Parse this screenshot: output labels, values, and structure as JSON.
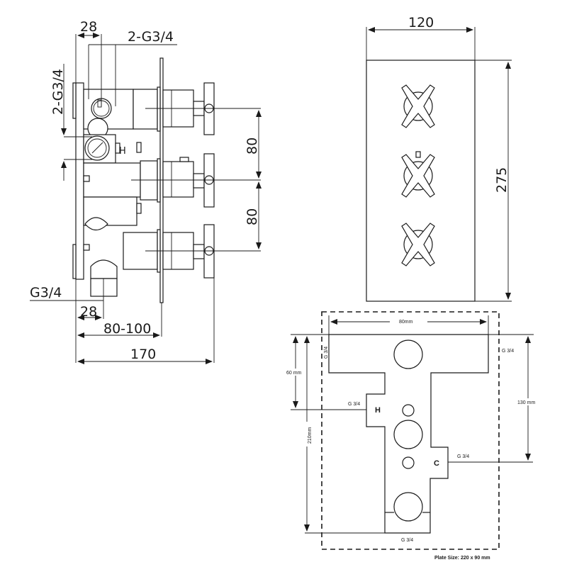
{
  "side_view": {
    "dim_top_width": "28",
    "dim_top_inlet": "2-G3/4",
    "dim_left_inlet": "2-G3/4",
    "dim_spacing_1": "80",
    "dim_spacing_2": "80",
    "dim_outlet": "G3/4",
    "dim_bottom_width": "28",
    "dim_depth_range": "80-100",
    "dim_total_depth": "170",
    "hot_mark": "H"
  },
  "front_view": {
    "dim_width": "120",
    "dim_height": "275"
  },
  "plan_view": {
    "dim_width": "80mm",
    "dim_top_left_inlet": "G 3/4",
    "dim_top_right_inlet": "G 3/4",
    "dim_60": "60 mm",
    "dim_210": "210mm",
    "dim_130": "130 mm",
    "hot_inlet": "G 3/4",
    "cold_inlet": "G 3/4",
    "bottom_outlet": "G 3/4",
    "hot_label": "H",
    "cold_label": "C",
    "plate_size": "Plate Size: 220 x 90 mm"
  }
}
